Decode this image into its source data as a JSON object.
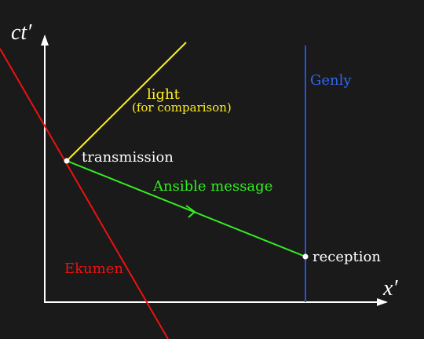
{
  "axes": {
    "vertical_label": "ct′",
    "horizontal_label": "x′"
  },
  "worldlines": {
    "light": {
      "label": "light",
      "sublabel": "(for comparison)",
      "color": "#ffee22"
    },
    "ekumen": {
      "label": "Ekumen",
      "color": "#ee1111"
    },
    "genly": {
      "label": "Genly",
      "color": "#2255dd"
    },
    "ansible": {
      "label": "Ansible message",
      "color": "#33ee22"
    }
  },
  "events": {
    "transmission": {
      "label": "transmission"
    },
    "reception": {
      "label": "reception"
    }
  },
  "colors": {
    "background": "#1a1a1a",
    "axes": "#ffffff",
    "text": "#ffffff"
  }
}
